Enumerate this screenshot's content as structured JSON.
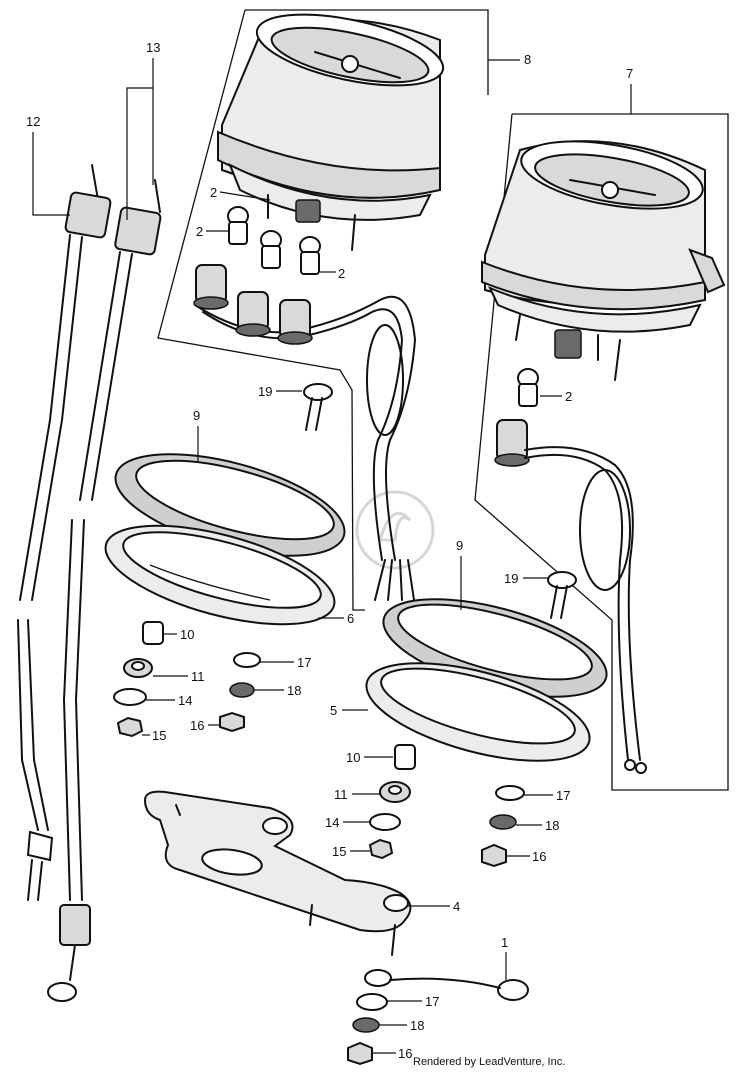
{
  "footer": "Rendered by LeadVenture, Inc.",
  "callouts": {
    "c12": "12",
    "c13": "13",
    "c8": "8",
    "c7": "7",
    "c2a": "2",
    "c2b": "2",
    "c2c": "2",
    "c2d": "2",
    "c19a": "19",
    "c19b": "19",
    "c9a": "9",
    "c9b": "9",
    "c6": "6",
    "c5": "5",
    "c10a": "10",
    "c10b": "10",
    "c11a": "11",
    "c11b": "11",
    "c14a": "14",
    "c14b": "14",
    "c15a": "15",
    "c15b": "15",
    "c16a": "16",
    "c16b": "16",
    "c16c": "16",
    "c17a": "17",
    "c17b": "17",
    "c17c": "17",
    "c18a": "18",
    "c18b": "18",
    "c18c": "18",
    "c4": "4",
    "c1": "1"
  }
}
